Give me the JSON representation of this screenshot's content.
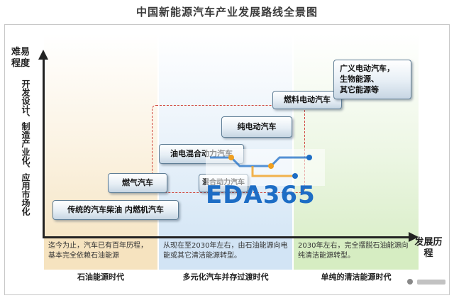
{
  "title": "中国新能源汽车产业发展路线全景图",
  "axes": {
    "y_title": "难易程度",
    "y_subtitle": "开发设计、制造产业化、应用市场化",
    "x_title": "发展历程"
  },
  "vehicles": {
    "ice": "传统的汽车柴油  内燃机汽车",
    "gas": "燃气汽车",
    "hybrid": "油电混合动力汽车",
    "small_partial": "混合动力汽车",
    "bev": "纯电动汽车",
    "fcev": "燃料电动汽车",
    "future": [
      "广义电动汽车，",
      "生物能源、",
      "其它能源等"
    ]
  },
  "periods": [
    {
      "desc": "迄今为止，汽车已有百年历程，基本完全依赖石油能源",
      "era": "石油能源时代"
    },
    {
      "desc": "从现在至2030年左右，由石油能源向电能或其它清洁能源转型。",
      "era": "多元化汽车并存过渡时代"
    },
    {
      "desc": "2030年左右，完全摆脱石油能源向纯清洁能源转型。",
      "era": "单纯的清洁能源时代"
    }
  ],
  "watermark": "EDA365",
  "colors": {
    "accent_dash": "#d0443b",
    "watermark": "#1d6dc5",
    "band_oil": "#f6e3bf",
    "band_transition": "#d2e4f5",
    "band_clean": "#d6edc2"
  }
}
